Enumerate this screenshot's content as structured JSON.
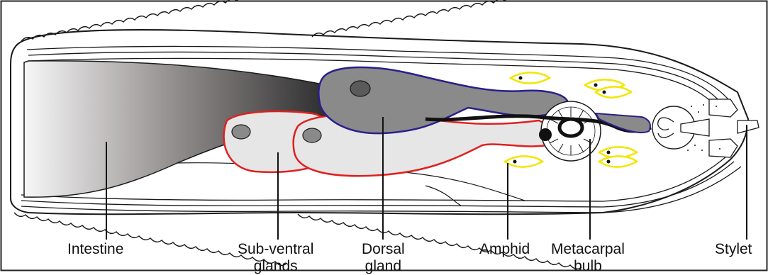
{
  "labels": {
    "intestine": "Intestine",
    "subventral_glands_line1": "Sub-ventral",
    "subventral_glands_line2": "glands",
    "dorsal_gland_line1": "Dorsal",
    "dorsal_gland_line2": "gland",
    "amphid": "Amphid",
    "metacarpal_bulb_line1": "Metacarpal",
    "metacarpal_bulb_line2": "bulb",
    "stylet": "Stylet"
  },
  "colors": {
    "outline": "#1a1a1a",
    "dorsal_gland_fill": "#8a8a8a",
    "dorsal_gland_border": "#2a1f8c",
    "subventral_fill": "#e6e6e6",
    "subventral_border": "#e02020",
    "amphid_border": "#f2e600",
    "intestine_light": "#f5f5f5",
    "intestine_dark": "#2a2a2a"
  }
}
